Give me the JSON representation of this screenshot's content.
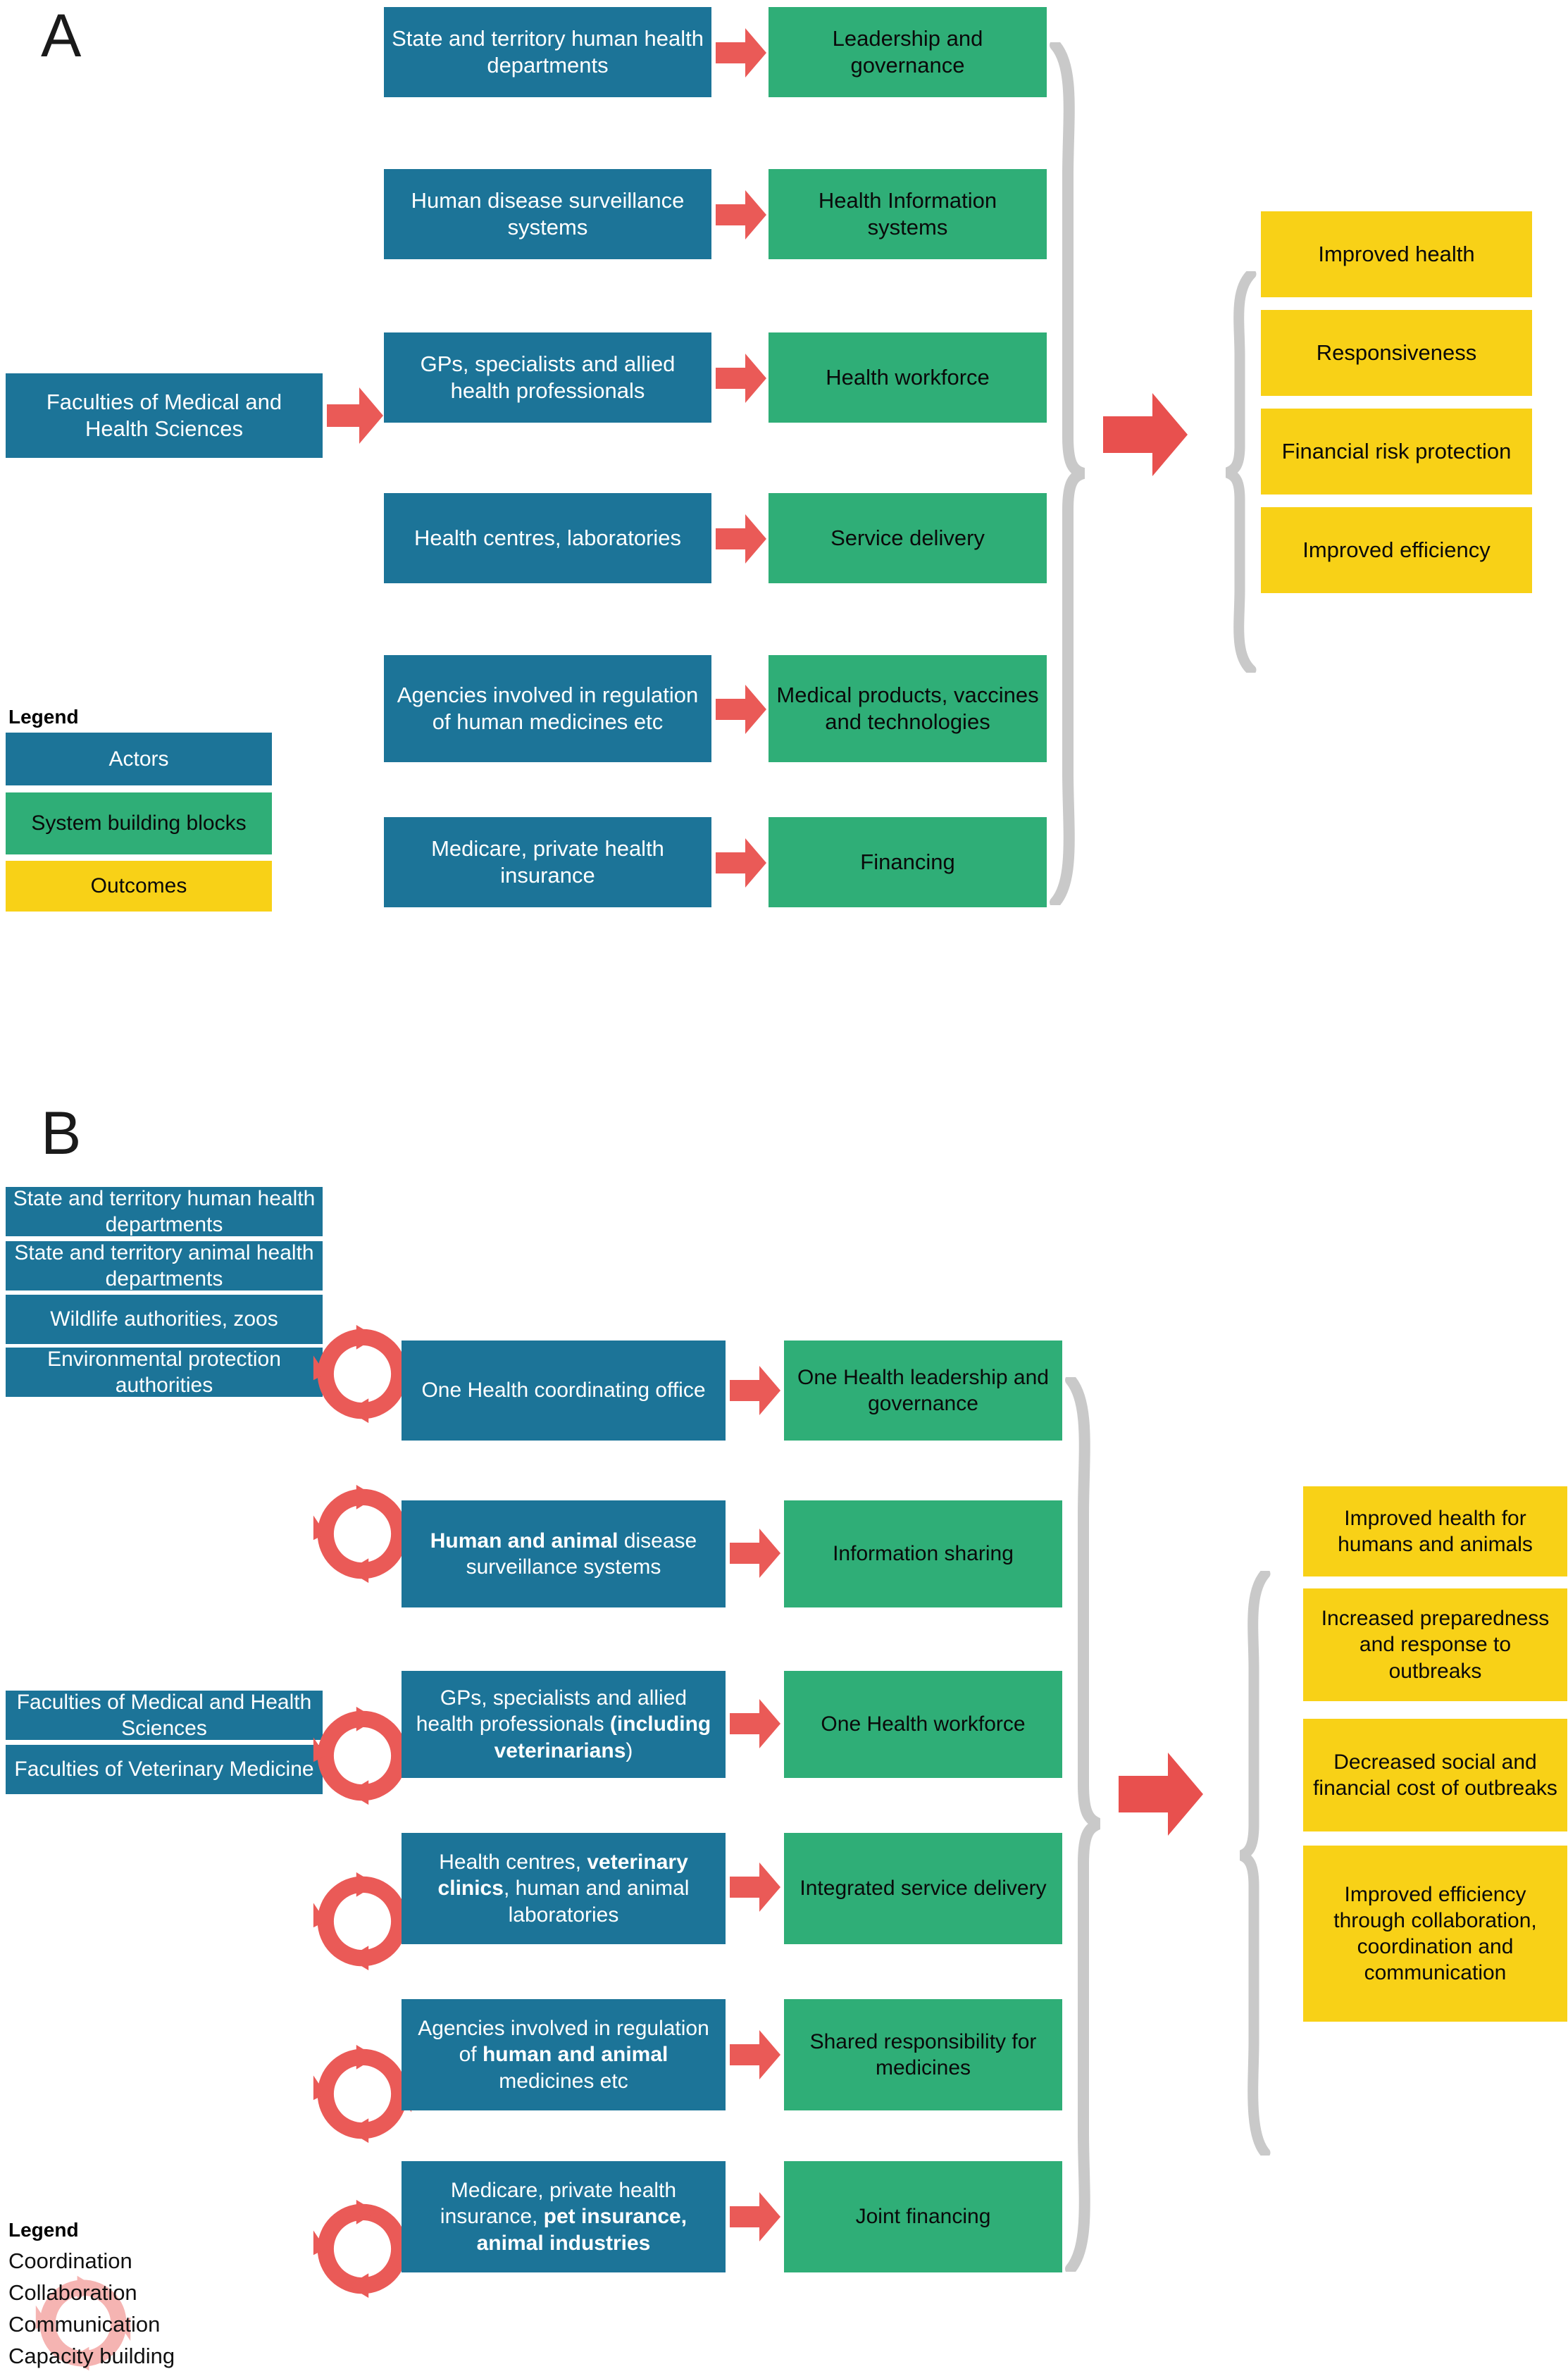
{
  "figure": {
    "panels": [
      {
        "letter": "A"
      },
      {
        "letter": "B"
      }
    ]
  },
  "panel_a": {
    "letter": "A",
    "left_actor": "Faculties of Medical and Health Sciences",
    "rows": [
      {
        "actor": "State and territory human health departments",
        "block": "Leadership and governance"
      },
      {
        "actor": "Human disease surveillance systems",
        "block": "Health Information systems"
      },
      {
        "actor": "GPs, specialists and allied health professionals",
        "block": "Health workforce"
      },
      {
        "actor": "Health centres, laboratories",
        "block": "Service delivery"
      },
      {
        "actor": "Agencies involved in regulation of human medicines etc",
        "block": "Medical products, vaccines and technologies"
      },
      {
        "actor": "Medicare, private health insurance",
        "block": "Financing"
      }
    ],
    "outcomes": [
      "Improved health",
      "Responsiveness",
      "Financial risk protection",
      "Improved efficiency"
    ],
    "legend": {
      "title": "Legend",
      "items": [
        {
          "label": "Actors",
          "color": "#1c7498"
        },
        {
          "label": "System building blocks",
          "color": "#2fae77"
        },
        {
          "label": "Outcomes",
          "color": "#f8d117"
        }
      ]
    }
  },
  "panel_b": {
    "letter": "B",
    "left_actors_group_1": [
      "State and territory human health departments",
      "State and territory animal health departments",
      "Wildlife authorities, zoos",
      "Environmental protection authorities"
    ],
    "left_actors_group_2": [
      "Faculties of Medical and Health Sciences",
      "Faculties of  Veterinary Medicine"
    ],
    "rows": [
      {
        "actor_plain_1": "One Health coordinating office",
        "actor_bold": "",
        "actor_plain_2": "",
        "block": "One Health leadership and governance"
      },
      {
        "actor_plain_1": "",
        "actor_bold": "Human and animal",
        "actor_plain_2": " disease surveillance systems",
        "block": "Information sharing"
      },
      {
        "actor_plain_1": "GPs, specialists and allied health professionals ",
        "actor_bold": "(including veterinarians",
        "actor_plain_2": ")",
        "block": "One Health workforce"
      },
      {
        "actor_plain_1": "Health centres, ",
        "actor_bold": "veterinary clinics",
        "actor_plain_2": ", human and animal laboratories",
        "block": "Integrated service delivery"
      },
      {
        "actor_plain_1": "Agencies involved in regulation of ",
        "actor_bold": "human and animal",
        "actor_plain_2": " medicines etc",
        "block": "Shared responsibility for medicines"
      },
      {
        "actor_plain_1": "Medicare, private health insurance, ",
        "actor_bold": "pet insurance, animal industries",
        "actor_plain_2": "",
        "block": "Joint financing"
      }
    ],
    "outcomes": [
      "Improved health for humans and animals",
      "Increased preparedness and response to outbreaks",
      "Decreased social and financial cost of outbreaks",
      "Improved efficiency through collaboration, coordination and communication"
    ],
    "legend": {
      "title": "Legend",
      "lines": [
        "Coordination",
        "Collaboration",
        "Communication",
        "Capacity building"
      ]
    }
  },
  "colors": {
    "actor_blue": "#1c7498",
    "building_block_green": "#2fae77",
    "outcome_yellow": "#f8d117",
    "arrow_red": "#ea5a57",
    "brace_grey": "#c9c9c9"
  }
}
